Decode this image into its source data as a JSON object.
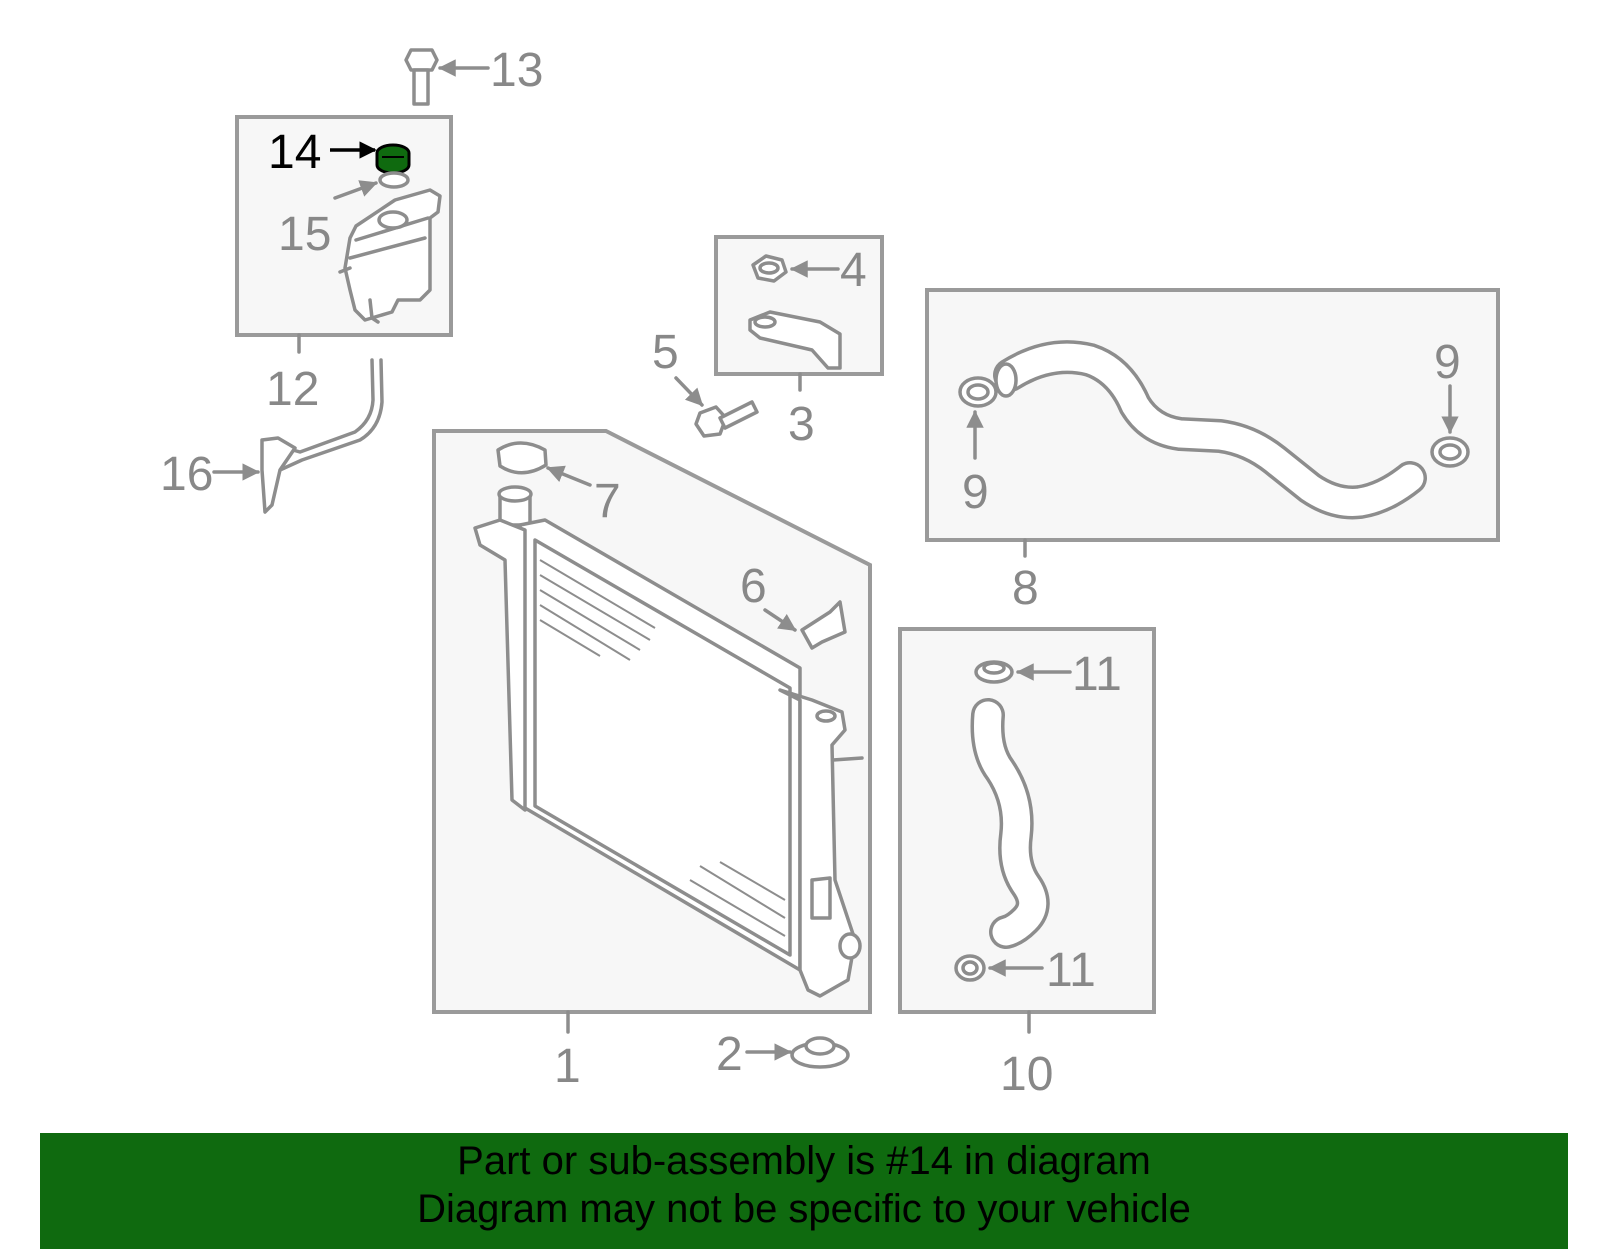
{
  "diagram": {
    "highlighted_part": "14",
    "colors": {
      "highlight": "#0f6a0f",
      "line": "#8d8d8d",
      "box": "#f7f7f7"
    },
    "labels": {
      "p1": "1",
      "p2": "2",
      "p3": "3",
      "p4": "4",
      "p5": "5",
      "p6": "6",
      "p7": "7",
      "p8": "8",
      "p9a": "9",
      "p9b": "9",
      "p10": "10",
      "p11a": "11",
      "p11b": "11",
      "p12": "12",
      "p13": "13",
      "p14": "14",
      "p15": "15",
      "p16": "16"
    }
  },
  "banner": {
    "line1": "Part or sub-assembly is #14 in diagram",
    "line2": "Diagram may not be specific to your vehicle"
  }
}
